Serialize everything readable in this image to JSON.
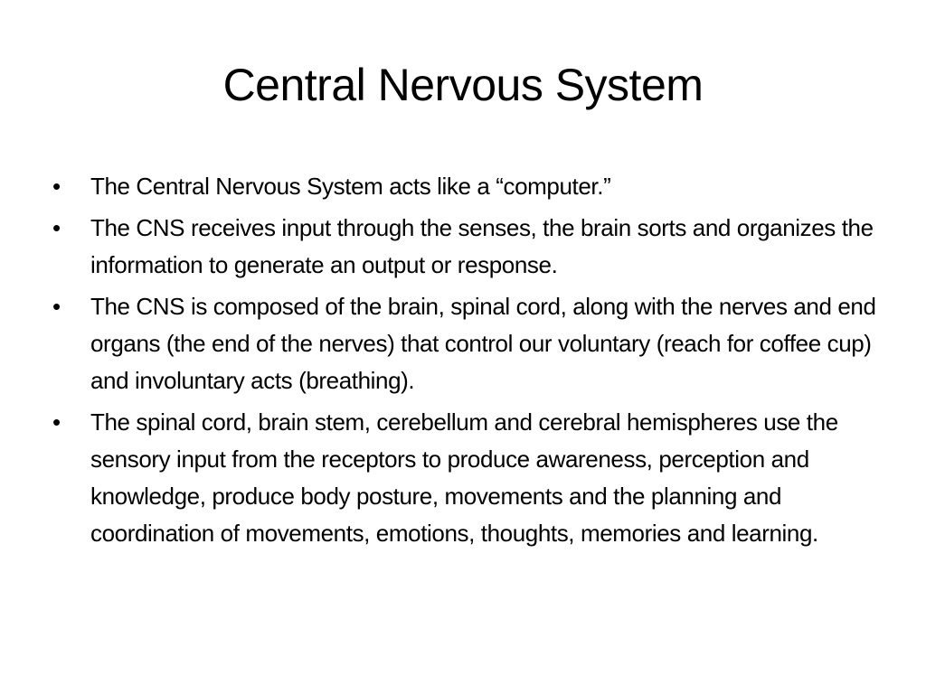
{
  "slide": {
    "title": "Central Nervous System",
    "bullet_symbol": "•",
    "bullets": [
      "The Central Nervous System acts like a “computer.”",
      "The CNS receives input through the senses, the brain sorts and organizes the information to generate an output or response.",
      "The CNS is composed of the brain, spinal cord, along with the nerves and end organs (the end of the nerves) that control our voluntary (reach for coffee cup) and involuntary acts (breathing).",
      "The spinal cord, brain stem, cerebellum and cerebral hemispheres use the sensory input from the receptors to produce awareness, perception and knowledge, produce body posture, movements and the planning and coordination of movements, emotions, thoughts, memories  and learning."
    ]
  },
  "colors": {
    "background": "#ffffff",
    "text": "#000000"
  }
}
